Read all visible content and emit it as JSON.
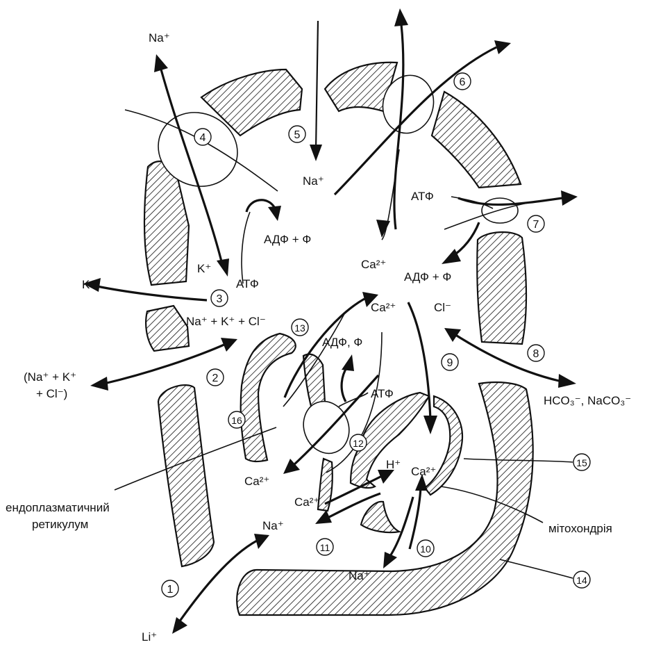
{
  "labels": {
    "na_top_left": "Na⁺",
    "na_mid": "Na⁺",
    "na_cyto": "Na⁺",
    "na_mito": "Na⁺",
    "k_in": "K⁺",
    "k_out": "K⁺",
    "atp_pump": "АТФ",
    "adp_pump": "АДФ + Ф",
    "cotransport": "Na⁺ + K⁺ + Cl⁻",
    "extracellular_ions": "(Na⁺ + K⁺",
    "extracellular_ions_2": "+ Cl⁻)",
    "ca_center": "Ca²⁺",
    "ca_center_2": "Ca²⁺",
    "atp_right": "АТФ",
    "adp_right": "АДФ + Ф",
    "cl_right": "Cl⁻",
    "hco3": "HCO₃⁻, NaCO₃⁻",
    "adp_er": "АДФ, Ф",
    "atp_er": "АТФ",
    "ca_er": "Ca²⁺",
    "h_mito": "H⁺",
    "ca_mito": "Ca²⁺",
    "ca_exch": "Ca²⁺",
    "li": "Li⁺",
    "er_label_1": "ендоплазматичний",
    "er_label_2": "ретикулум",
    "mito_label": "мітохондрія"
  },
  "numbers": [
    "1",
    "2",
    "3",
    "4",
    "5",
    "6",
    "7",
    "8",
    "9",
    "10",
    "11",
    "12",
    "13",
    "14",
    "15",
    "16"
  ]
}
